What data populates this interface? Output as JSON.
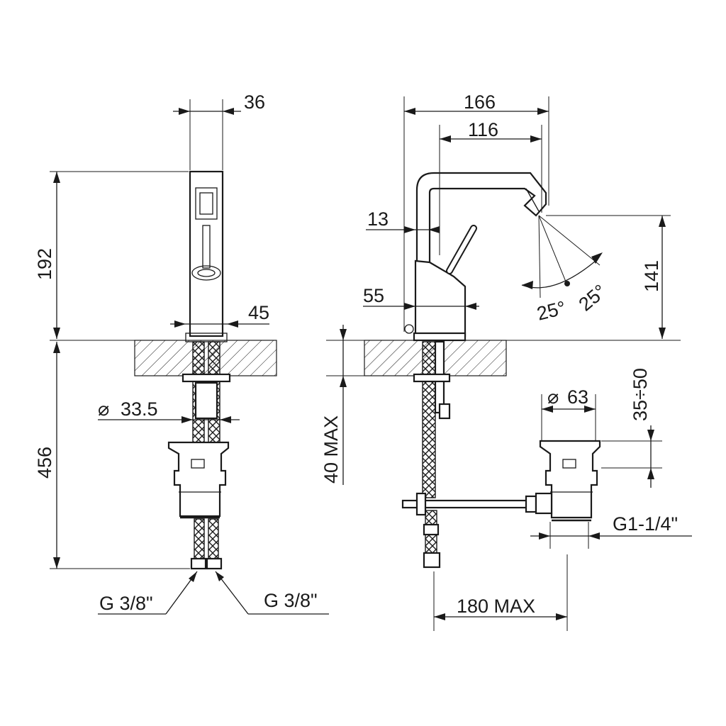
{
  "dimensions": {
    "front_width_top": "36",
    "front_height_upper": "192",
    "front_base_width": "45",
    "front_shank_dia": "33.5",
    "front_height_lower": "456",
    "front_conn_left": "G 3/8\"",
    "front_conn_right": "G 3/8\"",
    "side_reach_total": "166",
    "side_reach_spout": "116",
    "side_offset_top": "13",
    "side_base_depth": "55",
    "side_spout_height": "141",
    "side_deck_thickness": "40 MAX",
    "angle_left": "25°",
    "angle_right": "25°",
    "waste_dia": "63",
    "waste_range": "35÷50",
    "waste_thread": "G1-1/4\"",
    "waste_offset": "180 MAX"
  },
  "symbols": {
    "diameter": "⌀"
  }
}
